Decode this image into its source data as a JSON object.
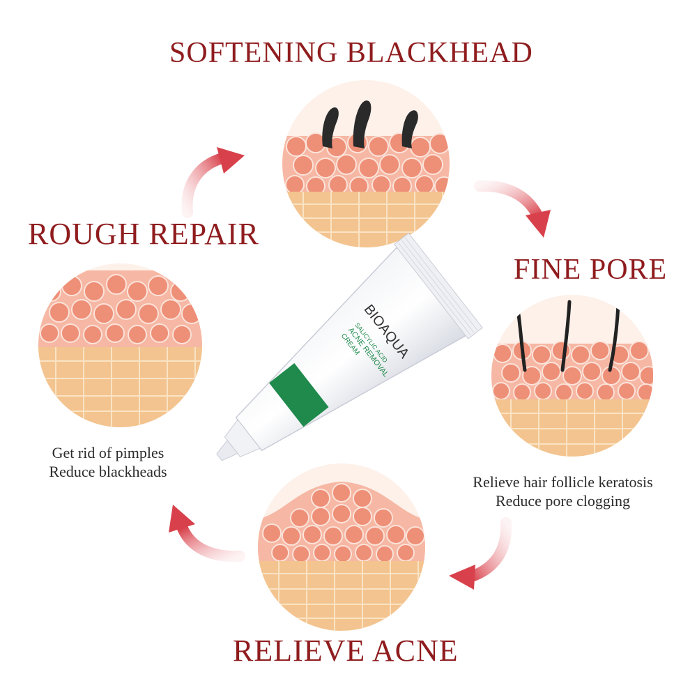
{
  "headings": {
    "top": "SOFTENING BLACKHEAD",
    "left": "ROUGH REPAIR",
    "right": "FINE PORE",
    "bottom": "RELIEVE ACNE"
  },
  "captions": {
    "left": [
      "Get rid of pimples",
      "Reduce blackheads"
    ],
    "right": [
      "Relieve hair follicle keratosis",
      "Reduce pore clogging"
    ]
  },
  "product": {
    "brand": "BIOAQUA",
    "name_lines": [
      "SALICYLIC ACID",
      "ACNE REMOVAL",
      "CREAM"
    ]
  },
  "colors": {
    "heading": "#8f1c1e",
    "arrow": "#d8414b",
    "skin_cells": "#f09a82",
    "tissue": "#f3c48f",
    "tube_band": "#1f8a4c"
  }
}
